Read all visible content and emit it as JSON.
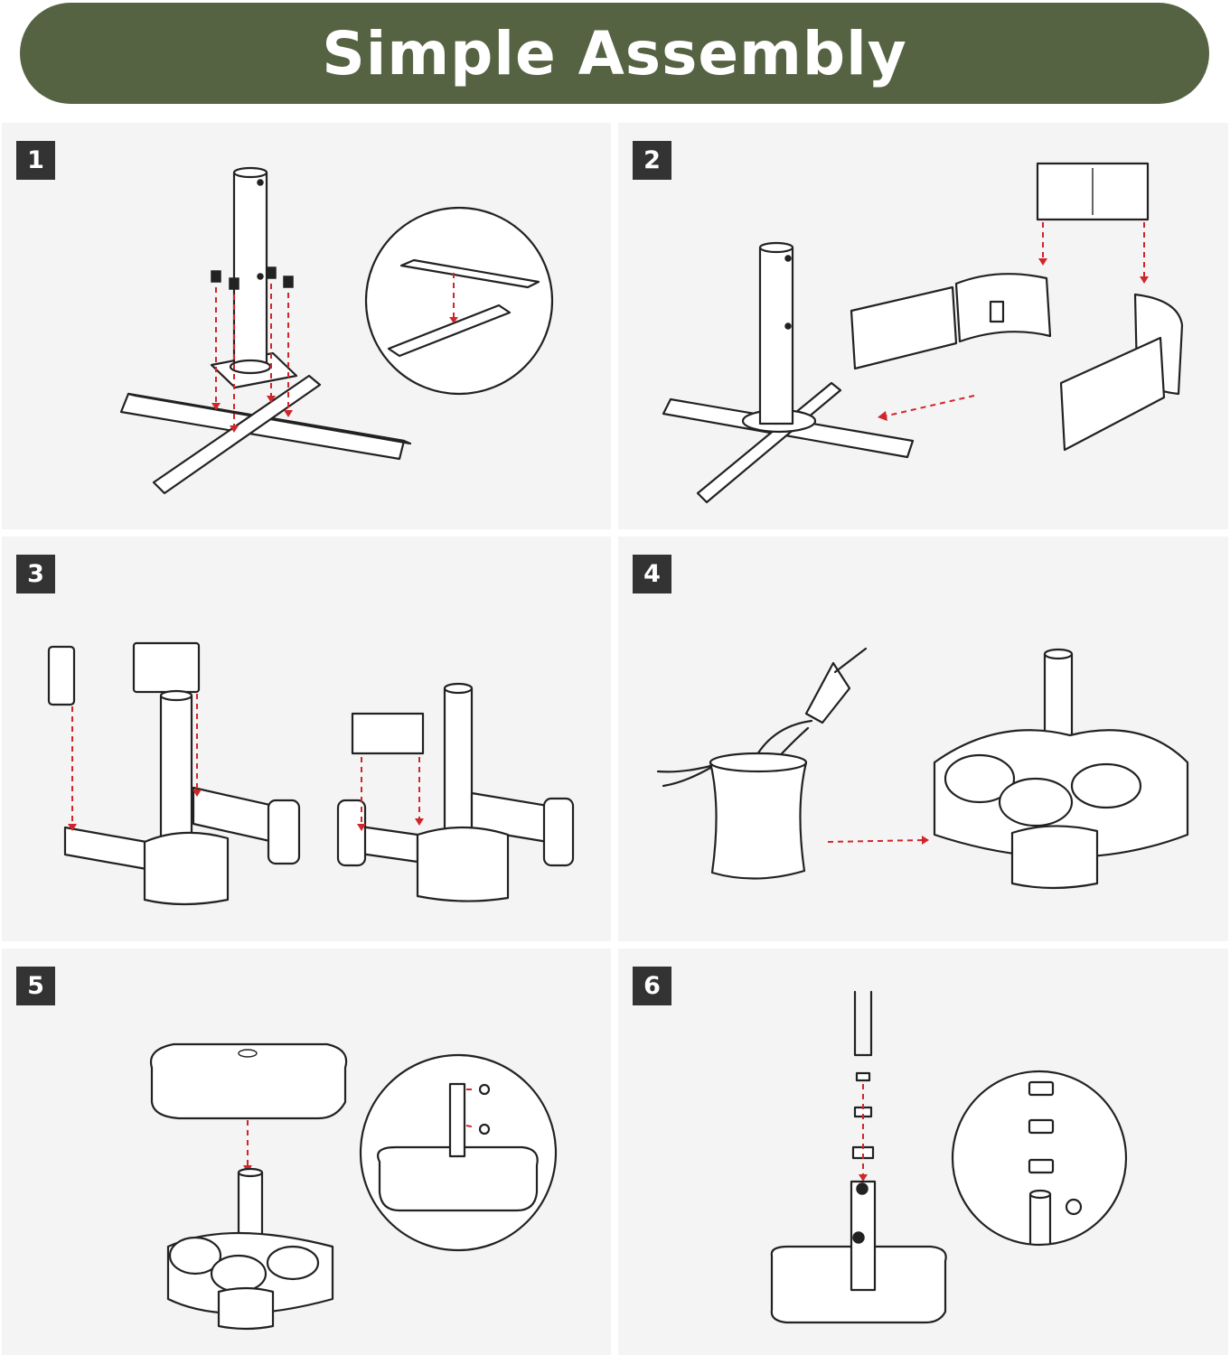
{
  "title": "Simple Assembly",
  "colors": {
    "banner": "#556343",
    "badge": "#333333",
    "panel": "#f4f4f4",
    "arrow": "#d0262b"
  },
  "steps": [
    {
      "number": "1"
    },
    {
      "number": "2"
    },
    {
      "number": "3"
    },
    {
      "number": "4"
    },
    {
      "number": "5"
    },
    {
      "number": "6"
    }
  ]
}
